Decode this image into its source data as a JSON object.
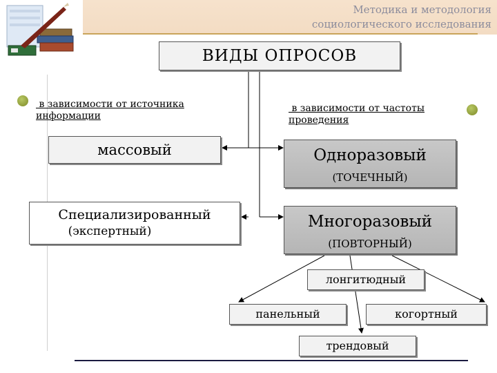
{
  "header": {
    "line1": "Методика и методология",
    "line2": "социологического исследования"
  },
  "title": "ВИДЫ ОПРОСОВ",
  "criteria": {
    "source_line1": " в зависимости от источника",
    "source_line2": "информации",
    "frequency_line1": " в зависимости от частоты",
    "frequency_line2": "проведения"
  },
  "boxes": {
    "mass": "массовый",
    "specialized": "Специализированный",
    "specialized_sub": "(экспертный)",
    "onetime": "Одноразовый",
    "onetime_sub": "(ТОЧЕЧНЫЙ)",
    "repeated": "Многоразовый",
    "repeated_sub": "(ПОВТОРНЫЙ)",
    "longitudinal": "лонгитюдный",
    "panel": "панельный",
    "cohort": "когортный",
    "trend": "трендовый"
  },
  "colors": {
    "accent": "#c9a45a",
    "bullet": "#8a962e",
    "box_grey": "#bdbdbd",
    "header_bg": "#f4dec6"
  }
}
